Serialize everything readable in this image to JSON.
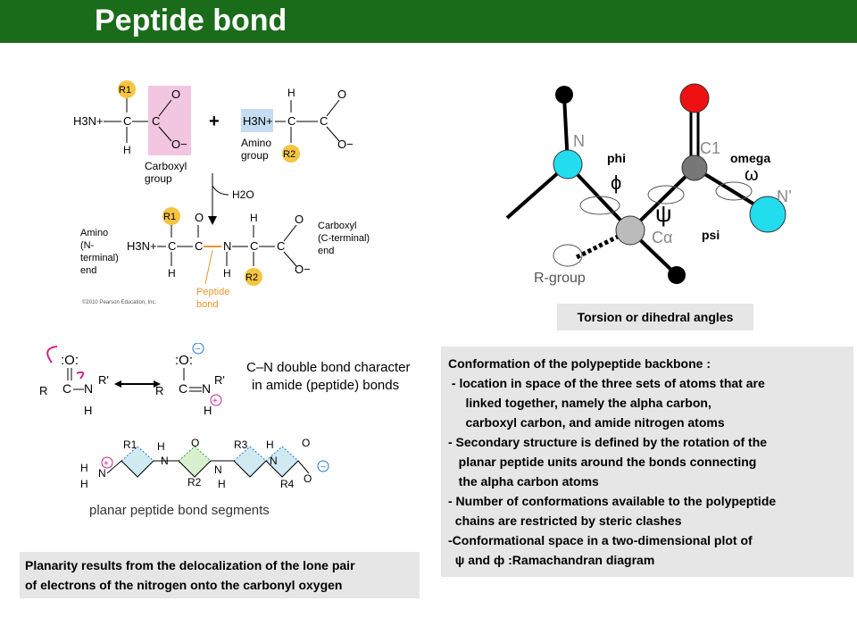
{
  "slide": {
    "title": "Peptide bond",
    "accent_color": "#1a6b1a"
  },
  "reaction_diagram": {
    "r1": "R1",
    "r2": "R2",
    "carboxyl_group_line1": "Carboxyl",
    "carboxyl_group_line2": "group",
    "amino_group_line1": "Amino",
    "amino_group_line2": "group",
    "plus_sign": "+",
    "water": "H2O",
    "amino_terminal_line1": "Amino",
    "amino_terminal_line2": "(N-",
    "amino_terminal_line3": "terminal)",
    "amino_terminal_line4": "end",
    "carboxyl_terminal_line1": "Carboxyl",
    "carboxyl_terminal_line2": "(C-terminal)",
    "carboxyl_terminal_line3": "end",
    "peptide_bond_line1": "Peptide",
    "peptide_bond_line2": "bond",
    "copyright": "©2010 Pearson Education, Inc."
  },
  "torsion_diagram": {
    "label_n": "N",
    "label_c1": "C1",
    "label_n_prime": "N’",
    "label_ca": "Cα",
    "label_phi": "phi",
    "label_omega": "omega",
    "label_psi": "psi",
    "symbol_phi": "ϕ",
    "symbol_omega": "ω",
    "symbol_psi": "ψ",
    "label_rgroup": "R-group",
    "caption": "Torsion or dihedral angles"
  },
  "resonance_diagram": {
    "double_bond_line1": "C–N double bond character",
    "double_bond_line2": "in amide (peptide) bonds",
    "planar_segments_label": "planar peptide bond segments"
  },
  "conformation_text": {
    "lines": [
      "Conformation of the polypeptide backbone :",
      " - location in space of the three sets of atoms that are",
      "     linked together, namely the alpha carbon,",
      "     carboxyl carbon, and amide nitrogen atoms",
      "- Secondary structure is defined by the rotation of the",
      "   planar peptide units around the bonds connecting",
      "   the alpha carbon atoms",
      "- Number of conformations available to the polypeptide",
      "  chains are restricted by steric clashes",
      "-Conformational space in a two-dimensional plot of",
      "  ψ and ф :Ramachandran diagram"
    ]
  },
  "planarity_text": {
    "line1": "Planarity results from the delocalization of the lone pair",
    "line2": "of electrons of the nitrogen onto the carbonyl oxygen"
  }
}
